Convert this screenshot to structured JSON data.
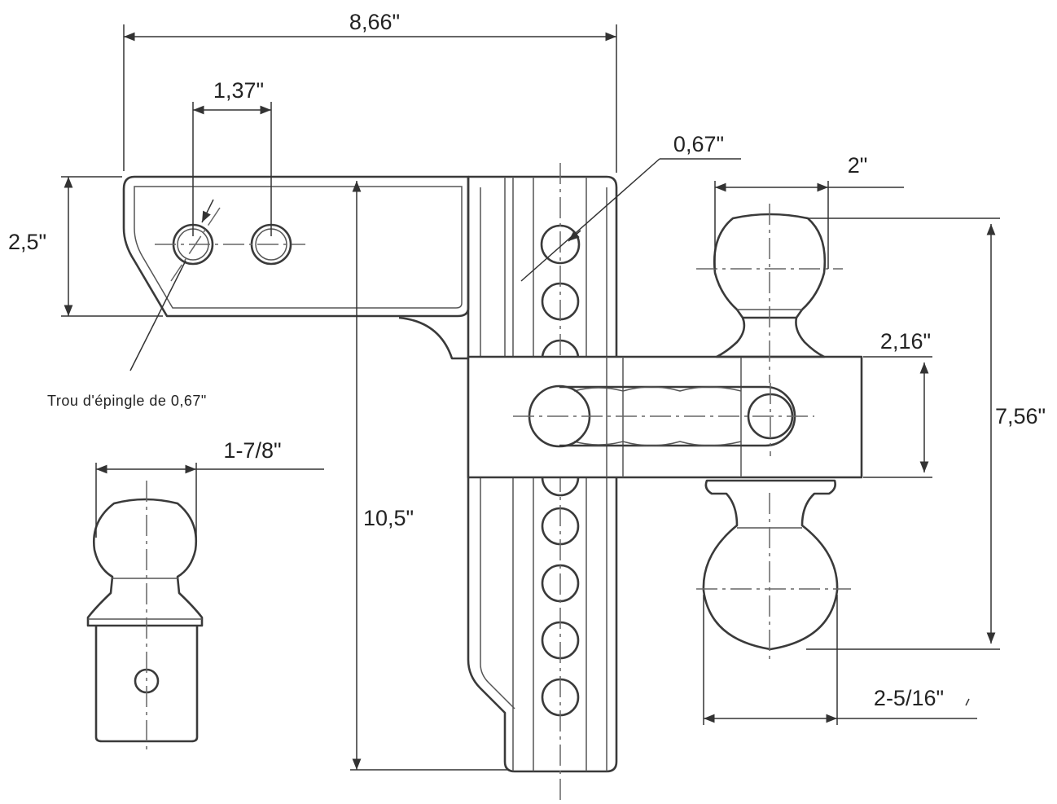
{
  "dimensions": {
    "overall_length": "8,66\"",
    "pin_hole_spacing": "1,37\"",
    "pin_hole_diameter": "0,67\"",
    "shank_height": "2,5\"",
    "ball_small": "2\"",
    "head_height": "2,16\"",
    "ball_span": "7,56\"",
    "drop_rise": "10,5\"",
    "ball_large": "2-5/16\"",
    "ball_loose": "1-7/8\""
  },
  "notes": {
    "pin_hole_label": "Trou d'épingle de 0,67\""
  }
}
